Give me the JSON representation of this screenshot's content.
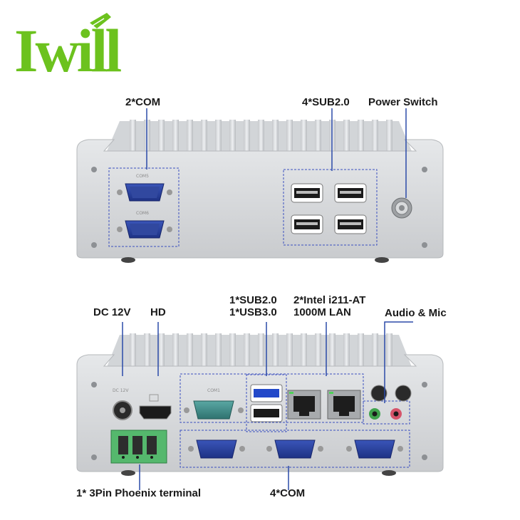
{
  "brand": {
    "logo_text": "Iwill",
    "logo_color": "#6cc21e"
  },
  "front_labels": {
    "com": "2*COM",
    "usb": "4*SUB2.0",
    "power": "Power Switch"
  },
  "front_port_labels": {
    "com5": "COM5",
    "com6": "COM6"
  },
  "rear_labels": {
    "dc": "DC 12V",
    "hd": "HD",
    "usb_line1": "1*SUB2.0",
    "usb_line2": "1*USB3.0",
    "lan_line1": "2*Intel i211-AT",
    "lan_line2": "1000M LAN",
    "audio": "Audio & Mic",
    "phoenix": "1* 3Pin Phoenix terminal",
    "com4": "4*COM"
  },
  "rear_port_labels": {
    "com1": "COM1",
    "dc_in": "DC 12V"
  },
  "colors": {
    "chassis": "#d9dbdd",
    "fin": "#e4e6e8",
    "db9_blue": "#27419a",
    "db9_teal": "#3d8a87",
    "phoenix_green": "#55b86d",
    "dash_blue": "#3a4fbf",
    "line_blue": "#2b4aa8",
    "audio_green": "#3fa34d",
    "audio_pink": "#d6546a"
  }
}
